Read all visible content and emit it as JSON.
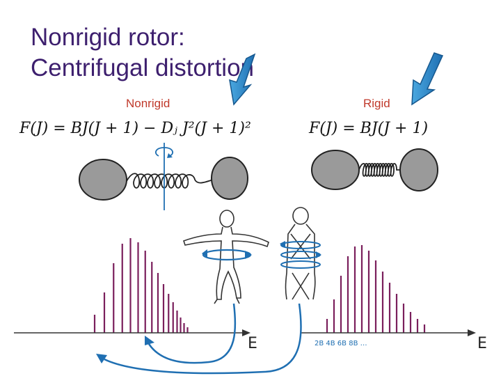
{
  "slide": {
    "title_line1": "Nonrigid rotor:",
    "title_line2": "Centrifugal distortion",
    "label_nonrigid": "Nonrigid",
    "label_rigid": "Rigid",
    "eq_nonrigid": "F(J) = BJ(J + 1) − Dⱼ J²(J + 1)²",
    "eq_rigid": "F(J) = BJ(J + 1)",
    "axis_label_left": "E",
    "axis_label_right": "E",
    "spacing_note": "2B 4B 6B 8B …"
  },
  "colors": {
    "title": "#3d1f6e",
    "label": "#c0392b",
    "spectrum_line": "#7a1f5c",
    "arrow_blue": "#1f6fb2",
    "ball": "#9a9a9a"
  }
}
